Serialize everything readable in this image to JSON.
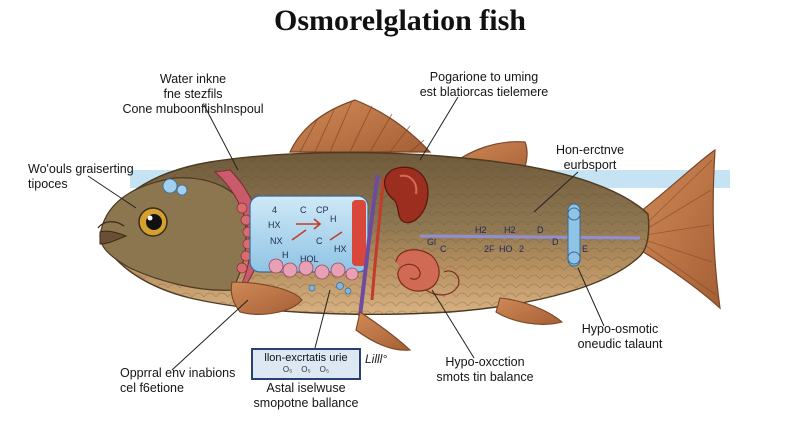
{
  "title": "Osmorelglation fish",
  "labels": {
    "water_intake": [
      "Water inkne",
      "fne stezfils",
      "Cone muboonflishInspoul"
    ],
    "vessels": [
      "Wo'ouls graiserting",
      "tipoces"
    ],
    "pogarione": [
      "Pogarione to uming",
      "est blatiorcas tielemere"
    ],
    "ion_excretion": [
      "Hon-erctnve",
      "eurbsport"
    ],
    "hypo_osmotic": [
      "Hypo-osmotic",
      "oneudic talaunt"
    ],
    "hypo_excretion": [
      "Hypo-oxcction",
      "smots tin balance"
    ],
    "opprral": [
      "Opprral env inabions",
      "cel f6etione"
    ],
    "astal": [
      "Astal iselwuse",
      "smopotne ballance"
    ]
  },
  "callout_box": {
    "title": "llon-excrtatis urie",
    "subs": [
      "O₅",
      "O₅",
      "O₅"
    ]
  },
  "lill_label": "Lilll°",
  "inner_text": {
    "gill_chamber": [
      "4",
      "C",
      "CP",
      "HX",
      "H",
      "NX",
      "C",
      "HX",
      "H",
      "HOL"
    ],
    "stripe": [
      "H2",
      "H2",
      "D",
      "2",
      "D",
      "Gl",
      "C",
      "2F",
      "HO",
      "2",
      "E"
    ]
  },
  "colors": {
    "body": "#8a7250",
    "belly": "#c9a574",
    "fin": "#c07a4a",
    "gill_blue": "#a9d6ee",
    "kidney": "#9c2e1f",
    "water": "#b7dcf0",
    "vessel_purple": "#6e4b9e",
    "vessel_red": "#c43a2b",
    "stripe": "#8f8fd6"
  }
}
